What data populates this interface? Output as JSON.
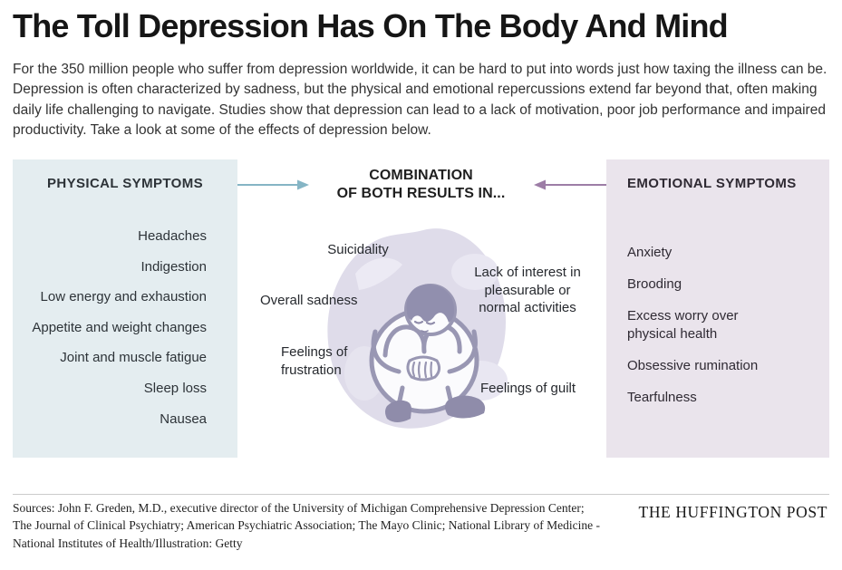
{
  "header": {
    "title": "The Toll Depression Has On The Body And Mind",
    "intro": "For the 350 million people who suffer from depression worldwide, it can be hard to put into words just how taxing the illness can be. Depression is often characterized by sadness, but the physical and emotional repercussions extend far beyond that, often making daily life challenging to navigate. Studies show that depression can lead to a lack of motivation, poor job performance and impaired productivity. Take a look at some of the effects of depression below."
  },
  "physical": {
    "header": "PHYSICAL SYMPTOMS",
    "items": [
      "Headaches",
      "Indigestion",
      "Low energy and exhaustion",
      "Appetite and weight changes",
      "Joint and muscle fatigue",
      "Sleep loss",
      "Nausea"
    ]
  },
  "emotional": {
    "header": "EMOTIONAL SYMPTOMS",
    "items": [
      "Anxiety",
      "Brooding",
      "Excess worry over physical health",
      "Obsessive rumination",
      "Tearfulness"
    ]
  },
  "combination": {
    "heading_line1": "COMBINATION",
    "heading_line2": "OF BOTH RESULTS IN...",
    "labels": {
      "suicidality": "Suicidality",
      "lack_of_interest": "Lack of interest in pleasurable or normal activities",
      "overall_sadness": "Overall sadness",
      "frustration": "Feelings of frustration",
      "guilt": "Feelings of guilt"
    },
    "illustration": "hunched-person-watercolor"
  },
  "footer": {
    "sources_lines": [
      "Sources: John F. Greden, M.D., executive director of the University of Michigan Comprehensive Depression Center;",
      "The Journal of Clinical Psychiatry; American Psychiatric Association; The Mayo Clinic; National Library of Medicine -",
      "National Institutes of Health/Illustration: Getty"
    ],
    "brand": "THE HUFFINGTON POST"
  },
  "colors": {
    "physical_panel_bg": "#e4edf0",
    "emotional_panel_bg": "#eae4ec",
    "physical_arrow": "#85b5c5",
    "emotional_arrow": "#9d7da6",
    "illustration_line": "#9997b3",
    "illustration_blob": "#dfdcea"
  }
}
